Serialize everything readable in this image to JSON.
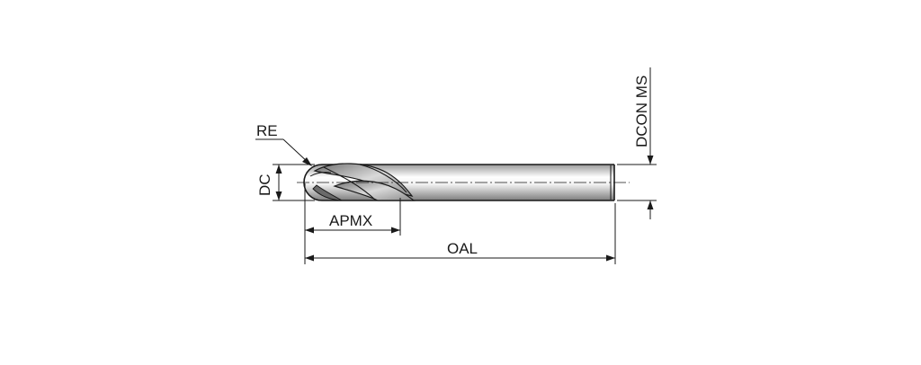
{
  "labels": {
    "re": "RE",
    "dc": "DC",
    "apmx": "APMX",
    "oal": "OAL",
    "dcon_ms": "DCON MS"
  },
  "colors": {
    "line": "#1a1a1a",
    "shade_light": "#ffffff",
    "shade_dark": "#8a8a8a"
  }
}
